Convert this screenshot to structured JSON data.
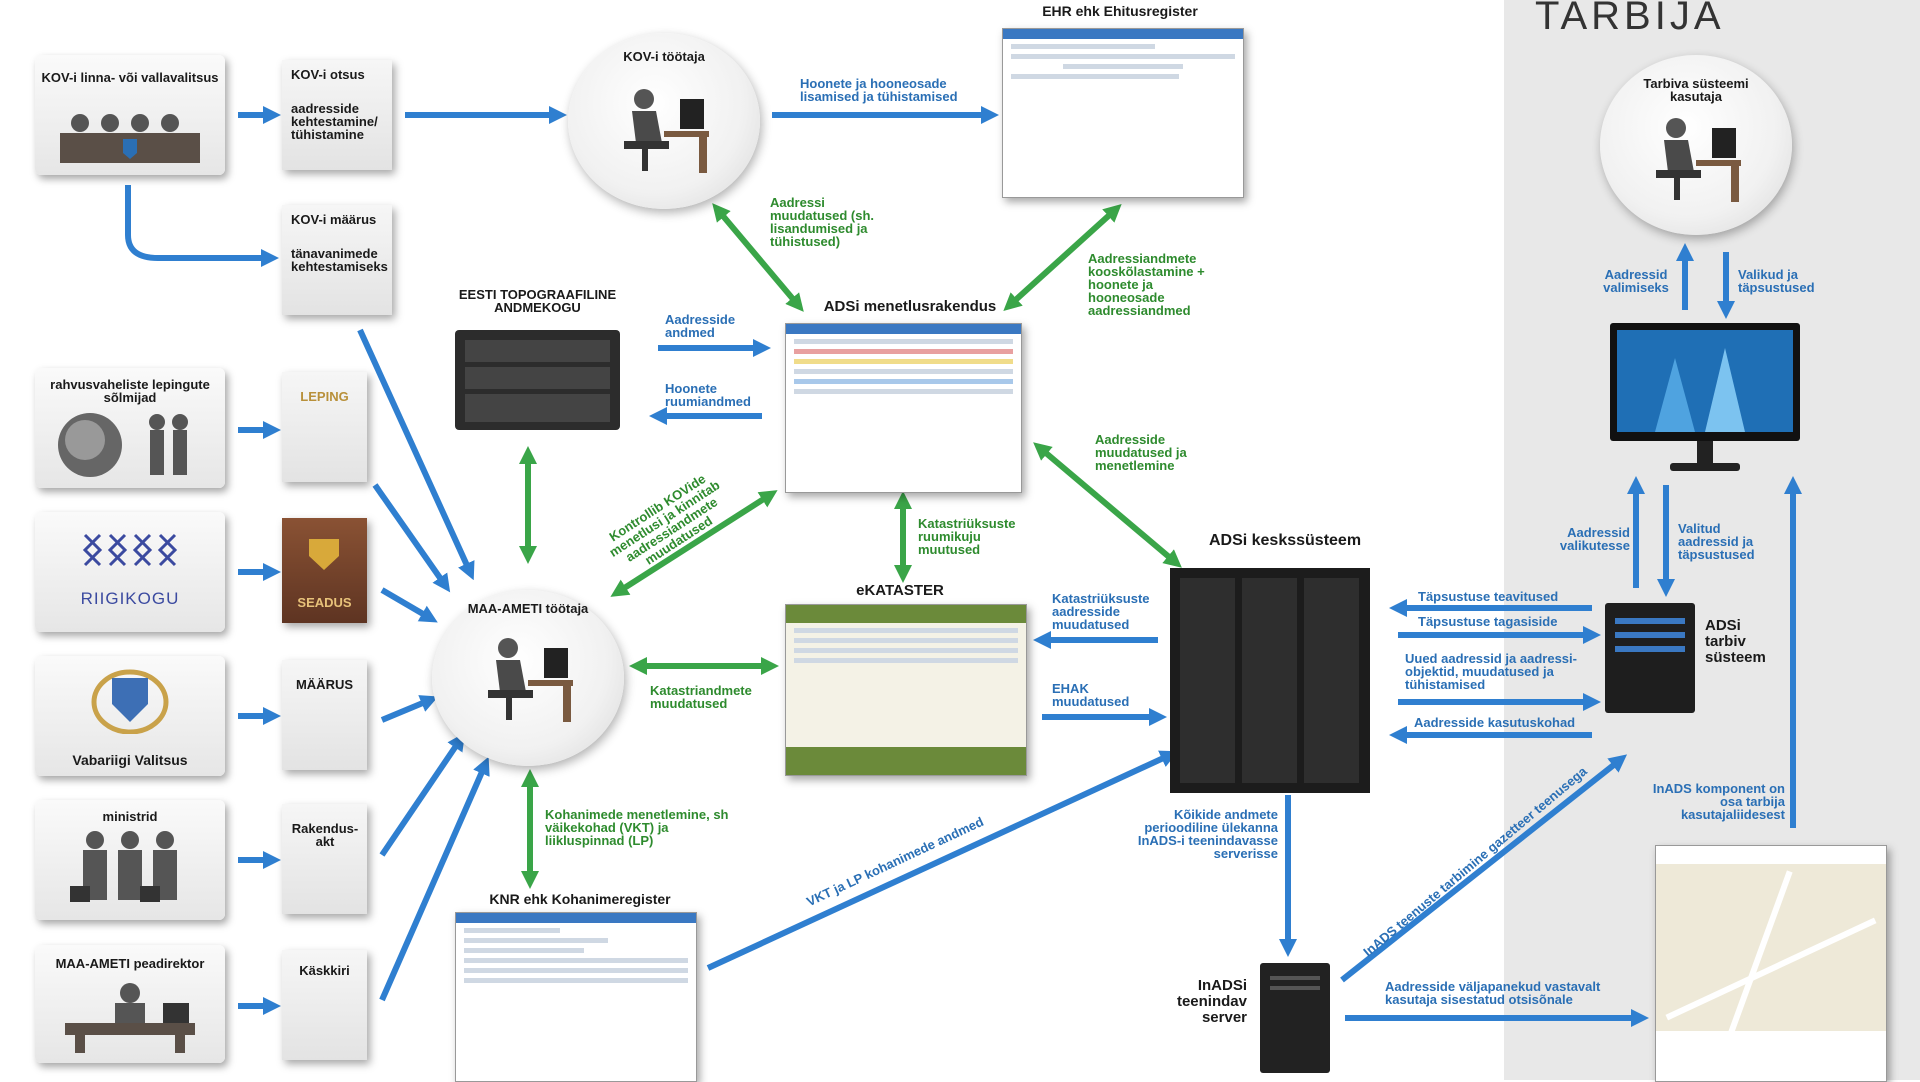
{
  "title": "TARBIJA",
  "sources": {
    "kov_government": "KOV-i linna- või vallavalitsus",
    "kov_decision_title": "KOV-i otsus",
    "kov_decision_text": "aadresside kehtestamine/ tühistamine",
    "kov_regulation_title": "KOV-i määrus",
    "kov_regulation_text": "tänavanimede kehtestamiseks",
    "treaty_parties": "rahvusvaheliste lepingute sõlmijad",
    "treaty_doc": "LEPING",
    "parliament": "RIIGIKOGU",
    "law_doc": "SEADUS",
    "government": "Vabariigi Valitsus",
    "regulation_doc": "MÄÄRUS",
    "ministers": "ministrid",
    "implementing_act_doc": "Rakendus-akt",
    "director_general": "MAA-AMETI peadirektor",
    "directive_doc": "Käskkiri"
  },
  "actors": {
    "kov_worker": "KOV-i töötaja",
    "maa_amet_worker": "MAA-AMETI töötaja",
    "consumer_user": "Tarbiva süsteemi kasutaja"
  },
  "systems": {
    "ehr": "EHR ehk Ehitusregister",
    "topo": "EESTI TOPOGRAAFILINE ANDMEKOGU",
    "adsi_app": "ADSi menetlusrakendus",
    "ekataster": "eKATASTER",
    "adsi_central": "ADSi keskssüsteem",
    "knr": "KNR ehk Kohanimeregister",
    "adsi_consumer": "ADSi tarbiv süsteem",
    "inads_server": "InADSi teenindav server"
  },
  "flows": {
    "kov_to_ehr": "Hoonete ja hooneosade lisamised ja tühistamised",
    "adsi_to_kov": "Aadressi muudatused (sh. lisandumised ja tühistused)",
    "ehr_coord": "Aadressiandmete kooskõlastamine + hoonete ja hooneosade aadressiandmed",
    "topo_addr": "Aadresside andmed",
    "topo_rooms": "Hoonete ruumiandmed",
    "kov_control": "Kontrollib KOVide menetlusi ja kinnitab aadressiandmete muudatused",
    "addr_changes": "Aadresside muudatused ja menetlemine",
    "cadastre_shape": "Katastriüksuste ruumikuju muutused",
    "cadastre_addr": "Katastriüksuste aadresside muudatused",
    "ehak": "EHAK muudatused",
    "cadastre_data": "Katastriandmete muudatused",
    "place_names": "Kohanimede menetlemine, sh väikekohad (VKT) ja liikluspinnad (LP)",
    "vkt_lp": "VKT ja LP kohanimede andmed",
    "periodic": "Kõikide andmete perioodiline ülekanna InADS-i teenindavasse serverisse",
    "clarify_notice": "Täpsustuse teavitused",
    "clarify_return": "Täpsustuse tagasiside",
    "new_addresses": "Uued aadressid ja aadressi-objektid, muudatused ja tühistamised",
    "usage_places": "Aadresside kasutuskohad",
    "addr_select": "Aadressid valimiseks",
    "choices": "Valikud ja täpsustused",
    "addr_choice": "Aadressid valikutesse",
    "selected": "Valitud aadressid ja täpsustused",
    "inads_component": "InADS komponent on osa tarbija kasutajaliidesest",
    "gazetteer": "InADS teenuste tarbimine gazetteer teenusega",
    "search_output": "Aadresside väljapanekud vastavalt kasutaja sisestatud otsisõnale"
  },
  "colors": {
    "arrow_blue": "#2f7fd0",
    "arrow_green": "#3aa548",
    "label_green": "#2e8b2e",
    "label_blue": "#2a6fb5",
    "band": "#e8e8e8"
  }
}
